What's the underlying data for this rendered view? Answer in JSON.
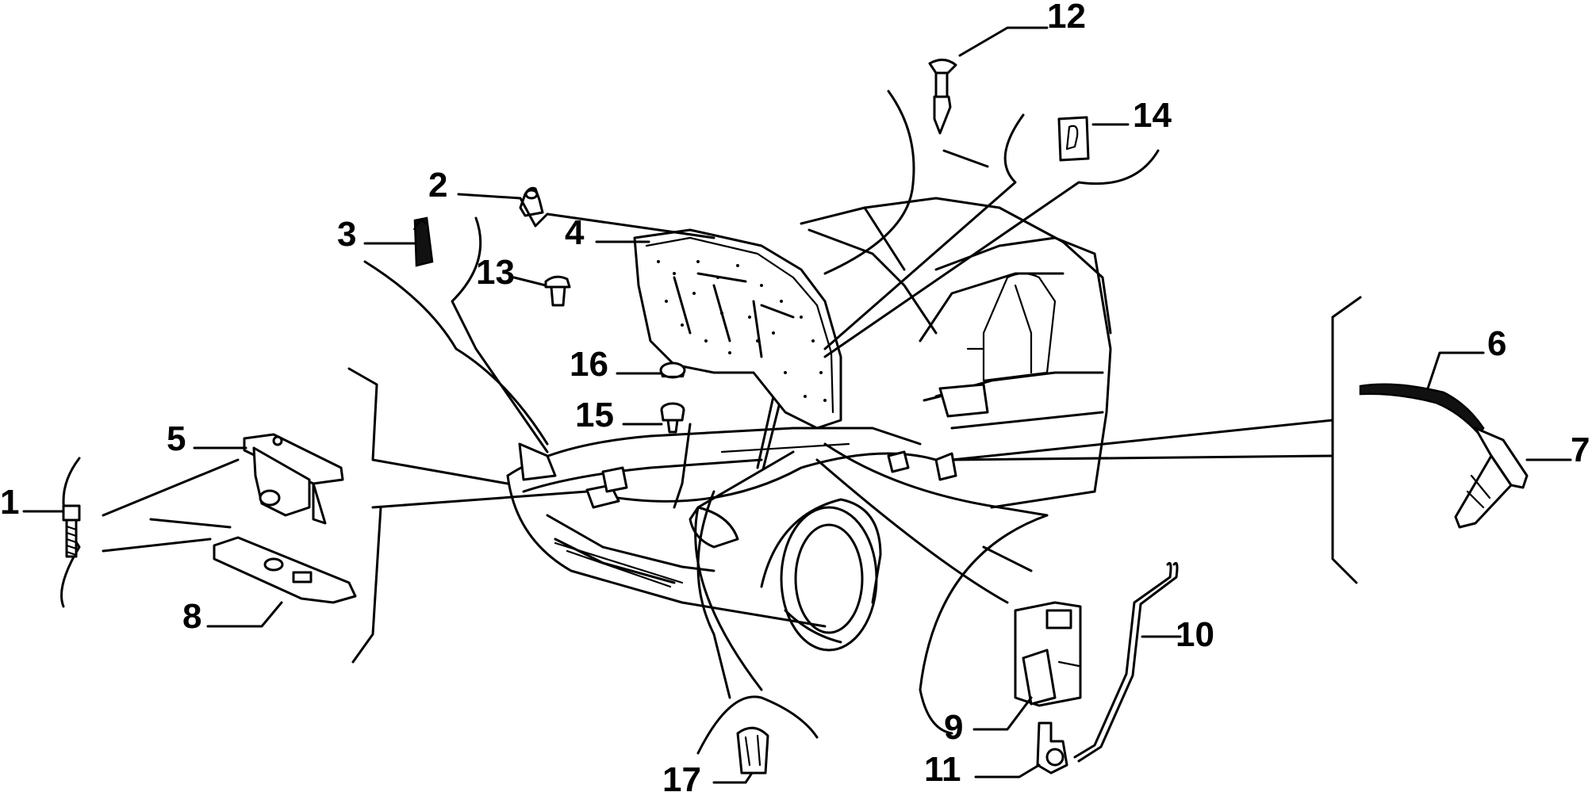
{
  "parts": [
    {
      "id": "part-1",
      "label": "1"
    },
    {
      "id": "part-2",
      "label": "2"
    },
    {
      "id": "part-3",
      "label": "3"
    },
    {
      "id": "part-4",
      "label": "4"
    },
    {
      "id": "part-5",
      "label": "5"
    },
    {
      "id": "part-6",
      "label": "6"
    },
    {
      "id": "part-7",
      "label": "7"
    },
    {
      "id": "part-8",
      "label": "8"
    },
    {
      "id": "part-9",
      "label": "9"
    },
    {
      "id": "part-10",
      "label": "10"
    },
    {
      "id": "part-11",
      "label": "11"
    },
    {
      "id": "part-12",
      "label": "12"
    },
    {
      "id": "part-13",
      "label": "13"
    },
    {
      "id": "part-14",
      "label": "14"
    },
    {
      "id": "part-15",
      "label": "15"
    },
    {
      "id": "part-16",
      "label": "16"
    },
    {
      "id": "part-17",
      "label": "17"
    }
  ]
}
